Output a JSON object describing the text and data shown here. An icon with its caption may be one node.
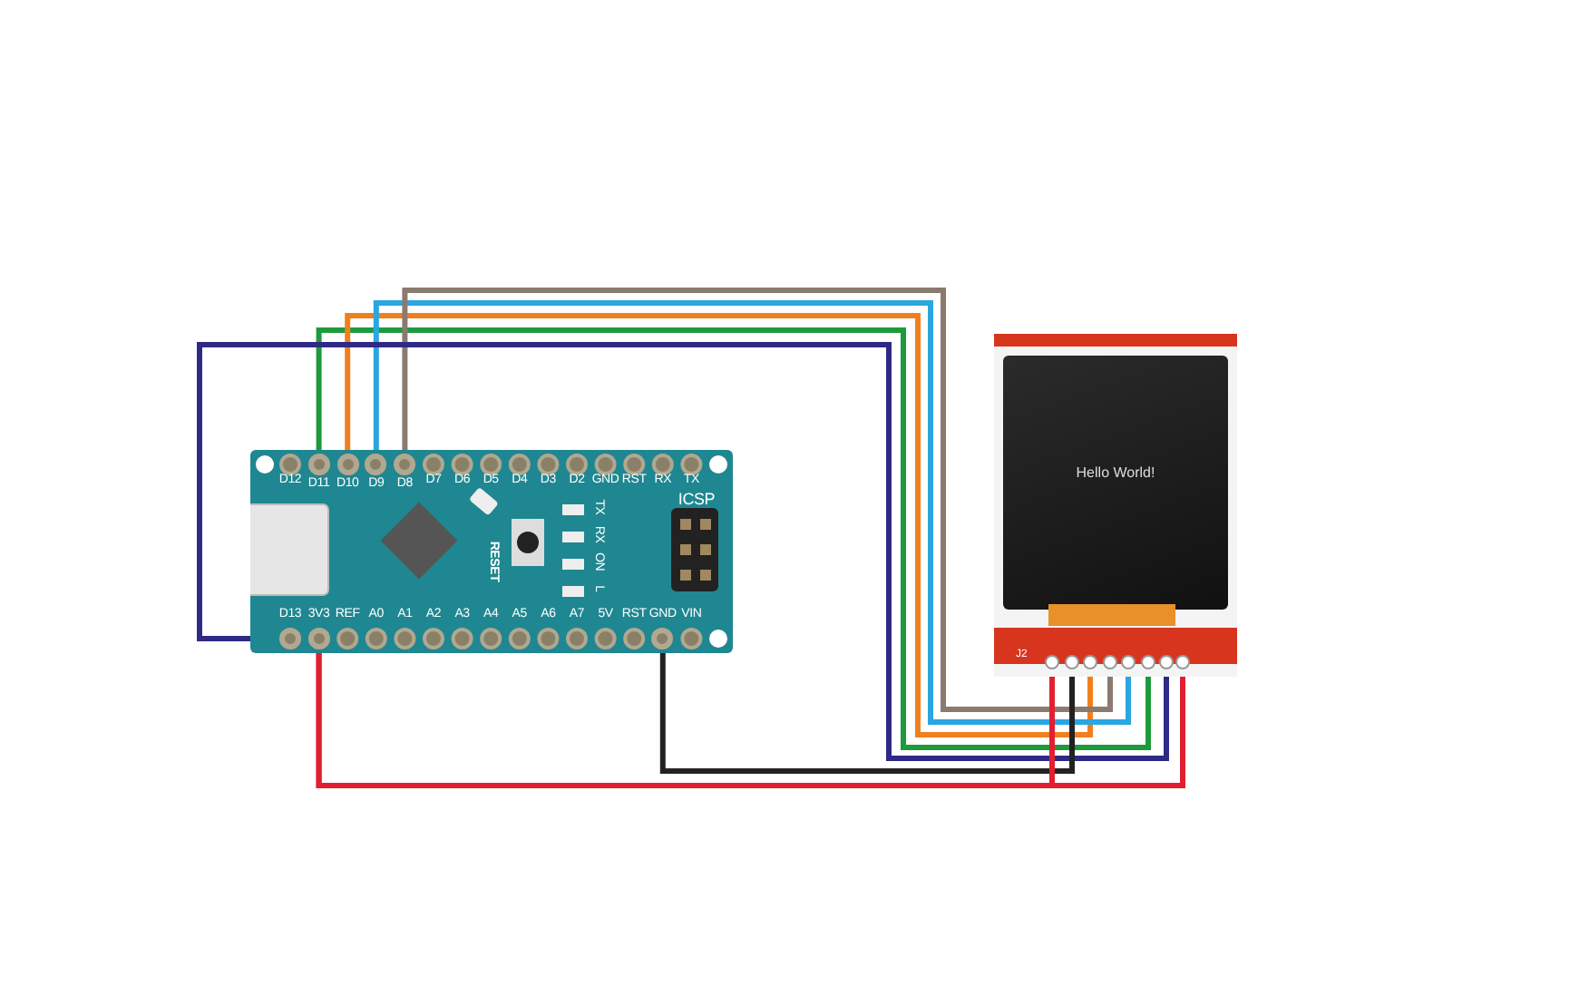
{
  "diagram": {
    "nodes": [
      {
        "text": [],
        "shape": "picture"
      },
      {
        "text": [
          "D11"
        ],
        "in": 0
      },
      {
        "text": [
          "D10"
        ],
        "in": 0
      },
      {
        "text": [
          "D9"
        ],
        "in": 0
      },
      {
        "text": [
          "D8"
        ],
        "in": 0
      },
      {
        "text": [
          "D13"
        ],
        "in": 0
      },
      {
        "text": [
          "3V3"
        ],
        "in": 0
      },
      {
        "text": [
          "GND"
        ],
        "in": 0
      },
      {
        "text": [
          "Hello World!",
          "J2"
        ]
      },
      {
        "text": [],
        "shape": "circle",
        "in": 8
      },
      {
        "text": [],
        "shape": "circle",
        "in": 8
      },
      {
        "text": [],
        "shape": "circle",
        "in": 8
      },
      {
        "text": [],
        "shape": "circle",
        "in": 8
      },
      {
        "text": [],
        "shape": "circle",
        "in": 8
      },
      {
        "text": [],
        "shape": "circle",
        "in": 8
      },
      {
        "text": [],
        "shape": "circle",
        "in": 8
      },
      {
        "text": [],
        "shape": "circle",
        "in": 8
      }
    ],
    "edges": [
      {
        "from": 1,
        "to": 14,
        "arrow": "none",
        "color": "#1e9a3c"
      },
      {
        "from": 2,
        "to": 11,
        "arrow": "none",
        "color": "#f07f1e"
      },
      {
        "from": 3,
        "to": 13,
        "arrow": "none",
        "color": "#2aa6e0"
      },
      {
        "from": 4,
        "to": 12,
        "arrow": "none",
        "color": "#8a7a70"
      },
      {
        "from": 5,
        "to": 15,
        "arrow": "none",
        "color": "#2e2a86"
      },
      {
        "from": 7,
        "to": 10,
        "arrow": "none",
        "color": "#222222"
      },
      {
        "from": 6,
        "to": 9,
        "arrow": "none",
        "color": "#e02030"
      },
      {
        "from": 6,
        "to": 16,
        "arrow": "none",
        "color": "#e02030"
      }
    ],
    "labels": [
      "D12",
      "D7",
      "D6",
      "D5",
      "D4",
      "D3",
      "D2",
      "GND",
      "RST",
      "RX",
      "TX",
      "ICSP",
      "TX",
      "RX",
      "ON",
      "L",
      "RESET",
      "REF",
      "A0",
      "A1",
      "A2",
      "A3",
      "A4",
      "A5",
      "A6",
      "A7",
      "5V",
      "RST",
      "VIN"
    ]
  }
}
